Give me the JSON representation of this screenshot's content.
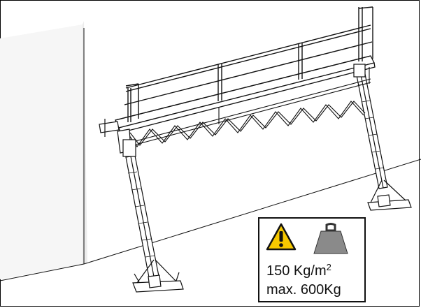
{
  "load_sign": {
    "line1_main": "150 Kg/m",
    "line1_sup": "2",
    "line2": "max. 600Kg",
    "icons": [
      "warning-icon",
      "weight-icon"
    ]
  },
  "colors": {
    "warning_fill": "#f6c800",
    "weight_fill": "#8a8a8a",
    "wall_fill": "#f4f4f4",
    "line": "#111111"
  }
}
